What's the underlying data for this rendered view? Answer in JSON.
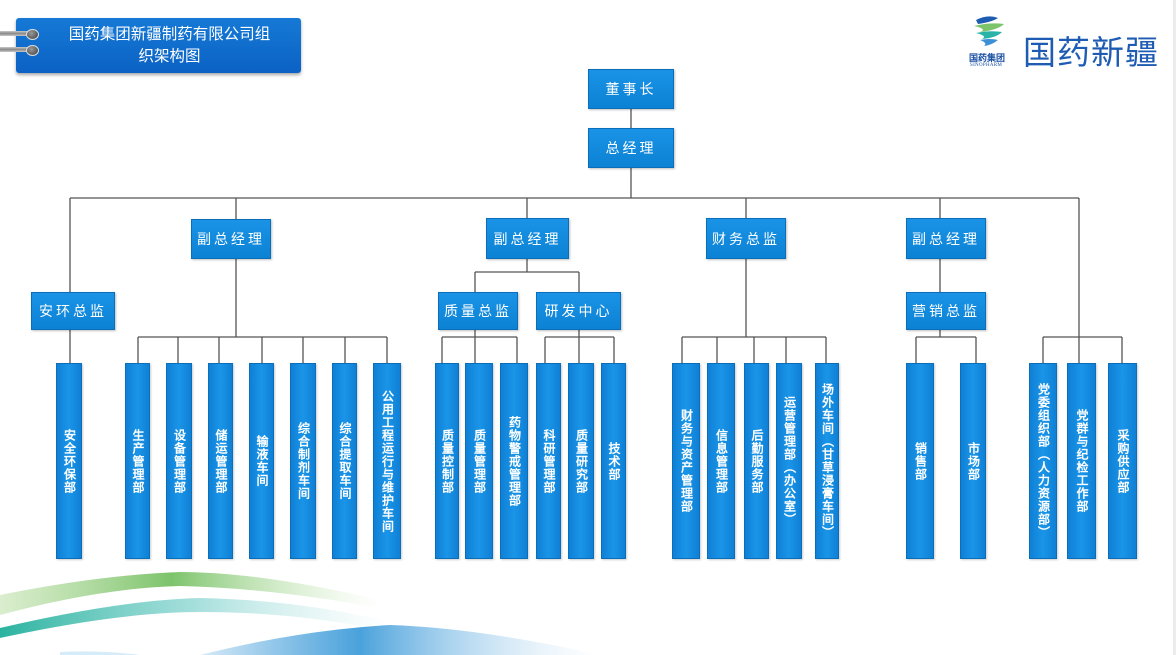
{
  "banner": {
    "title_line1": "国药集团新疆制药有限公司组",
    "title_line2": "织架构图"
  },
  "logo": {
    "group_name": "国药集团",
    "group_english": "SINOPHARM",
    "company_name": "国药新疆",
    "colors": {
      "blue": "#1e5cb3",
      "teal": "#2bb3a8",
      "green": "#7cc36b"
    }
  },
  "org": {
    "chairman": "董事长",
    "general_manager": "总经理",
    "branches": [
      {
        "label": "安环总监",
        "children": [
          "安全环保部"
        ]
      },
      {
        "label": "副总经理",
        "children": [
          "生产管理部",
          "设备管理部",
          "储运管理部",
          "输液车间",
          "综合制剂车间",
          "综合提取车间",
          "公用工程运行与维护车间"
        ]
      },
      {
        "label": "副总经理",
        "subgroups": [
          {
            "label": "质量总监",
            "children": [
              "质量控制部",
              "质量管理部",
              "药物警戒管理部"
            ]
          },
          {
            "label": "研发中心",
            "children": [
              "科研管理部",
              "质量研究部",
              "技术部"
            ]
          }
        ]
      },
      {
        "label": "财务总监",
        "children": [
          "财务与资产管理部",
          "信息管理部",
          "后勤服务部",
          "运营管理部（办公室）",
          "场外车间（甘草浸膏车间）"
        ]
      },
      {
        "label": "副总经理",
        "subgroups": [
          {
            "label": "营销总监",
            "children": [
              "销售部",
              "市场部"
            ]
          }
        ]
      },
      {
        "label": "",
        "children": [
          "党委组织部（人力资源部）",
          "党群与纪检工作部",
          "采购供应部"
        ]
      }
    ]
  },
  "colors": {
    "node": "#1a8ee3",
    "line": "#555555",
    "banner": "#0f6dcc"
  }
}
